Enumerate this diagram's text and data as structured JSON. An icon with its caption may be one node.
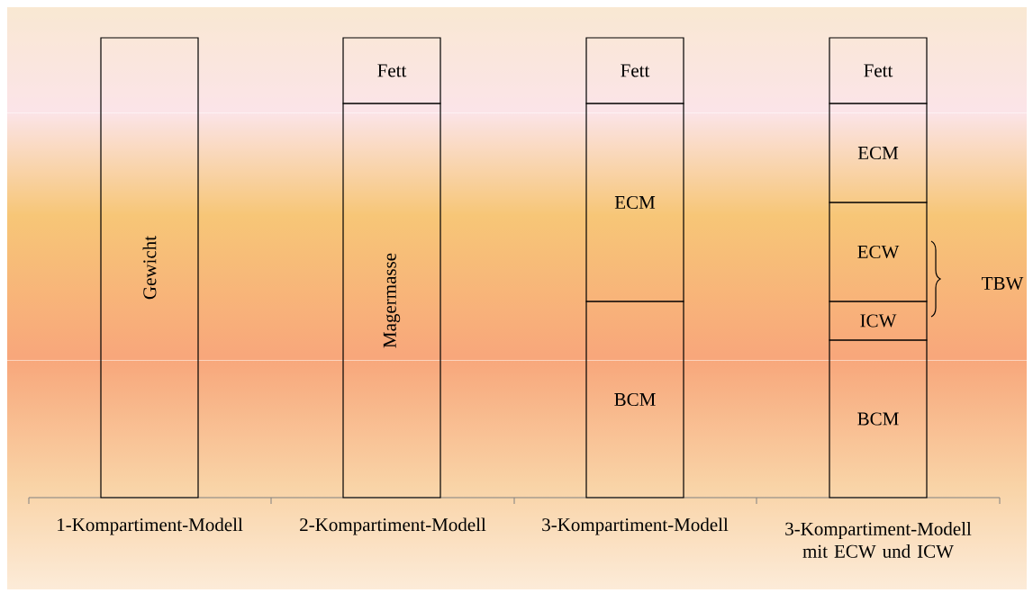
{
  "diagram": {
    "nodes": [
      {
        "text": [
          "Gewicht"
        ]
      },
      {
        "text": [
          "Fett"
        ]
      },
      {
        "text": [
          "Magermasse"
        ]
      },
      {
        "text": [
          "Fett"
        ]
      },
      {
        "text": [
          "ECM"
        ]
      },
      {
        "text": [
          "BCM"
        ]
      },
      {
        "text": [
          "Fett"
        ]
      },
      {
        "text": [
          "ECM"
        ]
      },
      {
        "text": [
          "ECW"
        ]
      },
      {
        "text": [
          "ICW"
        ]
      },
      {
        "text": [
          "BCM"
        ]
      }
    ],
    "labels": [
      "1-Kompartiment-Modell",
      "2-Kompartiment-Modell",
      "3-Kompartiment-Modell",
      "3-Kompartiment-Modell mit ECW und ICW",
      "TBW"
    ]
  }
}
